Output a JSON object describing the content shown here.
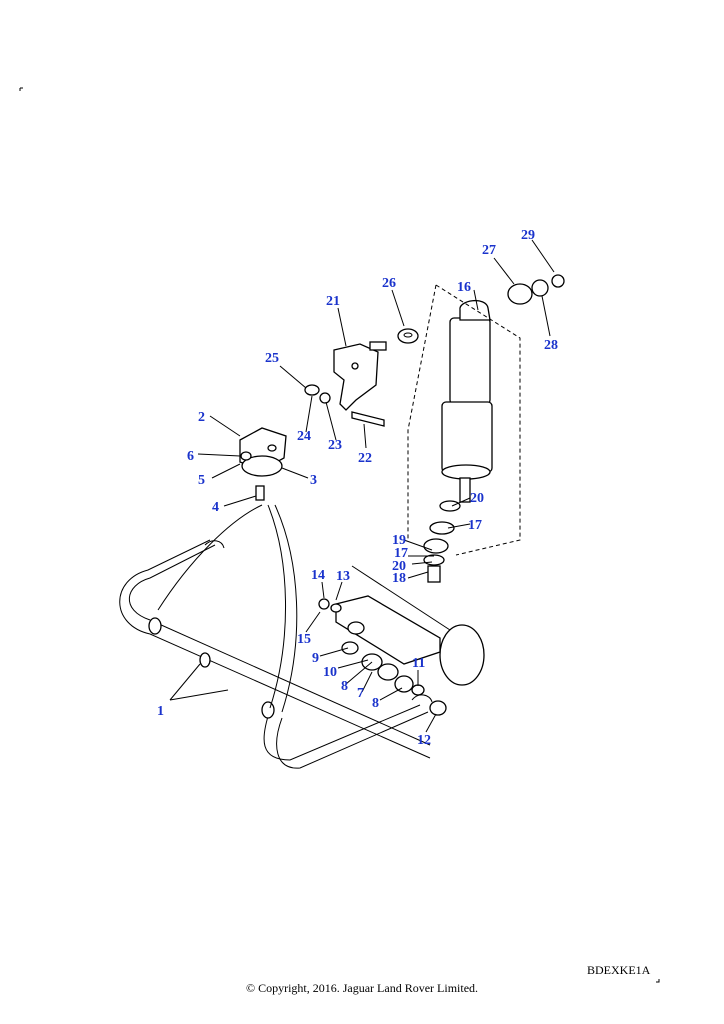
{
  "callouts": [
    {
      "id": "1",
      "label": "1"
    },
    {
      "id": "2",
      "label": "2"
    },
    {
      "id": "3",
      "label": "3"
    },
    {
      "id": "4",
      "label": "4"
    },
    {
      "id": "5",
      "label": "5"
    },
    {
      "id": "6",
      "label": "6"
    },
    {
      "id": "7",
      "label": "7"
    },
    {
      "id": "8a",
      "label": "8"
    },
    {
      "id": "8b",
      "label": "8"
    },
    {
      "id": "9",
      "label": "9"
    },
    {
      "id": "10",
      "label": "10"
    },
    {
      "id": "11",
      "label": "11"
    },
    {
      "id": "12",
      "label": "12"
    },
    {
      "id": "13",
      "label": "13"
    },
    {
      "id": "14",
      "label": "14"
    },
    {
      "id": "15",
      "label": "15"
    },
    {
      "id": "16",
      "label": "16"
    },
    {
      "id": "17a",
      "label": "17"
    },
    {
      "id": "17b",
      "label": "17"
    },
    {
      "id": "18",
      "label": "18"
    },
    {
      "id": "19",
      "label": "19"
    },
    {
      "id": "20a",
      "label": "20"
    },
    {
      "id": "20b",
      "label": "20"
    },
    {
      "id": "21",
      "label": "21"
    },
    {
      "id": "22",
      "label": "22"
    },
    {
      "id": "23",
      "label": "23"
    },
    {
      "id": "24",
      "label": "24"
    },
    {
      "id": "25",
      "label": "25"
    },
    {
      "id": "26",
      "label": "26"
    },
    {
      "id": "27",
      "label": "27"
    },
    {
      "id": "28",
      "label": "28"
    },
    {
      "id": "29",
      "label": "29"
    }
  ],
  "reference_code": "BDEXKE1A",
  "copyright": "© Copyright, 2016. Jaguar Land Rover Limited."
}
